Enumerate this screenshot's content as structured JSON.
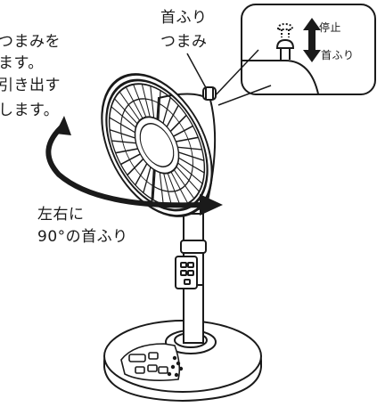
{
  "left_note": {
    "lines": [
      "つまみを",
      "ます。",
      "引き出す",
      "します。"
    ]
  },
  "knob_label": {
    "line1": "首ふり",
    "line2": "つまみ"
  },
  "inset": {
    "stop": "停止",
    "oscillate": "首ふり"
  },
  "rotation_label": {
    "line1": "左右に",
    "line2": "90°の首ふり"
  },
  "colors": {
    "line": "#1a1a1a",
    "background": "#ffffff"
  },
  "icons": [
    "fan-illustration",
    "rotation-arrow-icon",
    "up-down-arrow-icon",
    "knob-icon"
  ]
}
